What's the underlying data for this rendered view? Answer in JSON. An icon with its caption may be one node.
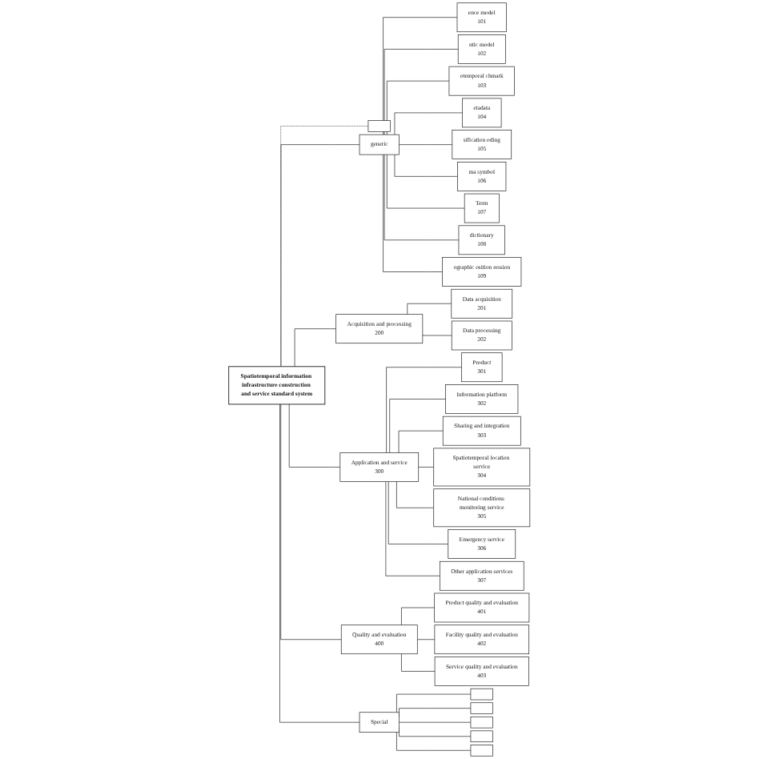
{
  "diagram": {
    "nodes": [
      {
        "text": [
          "Spatiotemporal information infrastructure construction and service standard system"
        ]
      },
      {
        "text": [],
        "shape": "box"
      },
      {
        "text": [
          "generic"
        ]
      },
      {
        "text": [
          "Acquisition and processing",
          "200"
        ]
      },
      {
        "text": [
          "Application and service",
          "300"
        ]
      },
      {
        "text": [
          "Quality and evaluation",
          "400"
        ]
      },
      {
        "text": [
          "Special"
        ]
      },
      {
        "text": [
          "ence model",
          "101"
        ]
      },
      {
        "text": [
          "ntic model",
          "102"
        ]
      },
      {
        "text": [
          "otemporal chmark",
          "103"
        ]
      },
      {
        "text": [
          "etadata",
          "104"
        ]
      },
      {
        "text": [
          "sification oding",
          "105"
        ]
      },
      {
        "text": [
          "ma symbol",
          "106"
        ]
      },
      {
        "text": [
          "Term",
          "107"
        ]
      },
      {
        "text": [
          "dictionary",
          "108"
        ]
      },
      {
        "text": [
          "ographic osition ression",
          "109"
        ]
      },
      {
        "text": [
          "Data acquisition",
          "201"
        ]
      },
      {
        "text": [
          "Data processing",
          "202"
        ]
      },
      {
        "text": [
          "Product",
          "301"
        ]
      },
      {
        "text": [
          "Information platform",
          "302"
        ]
      },
      {
        "text": [
          "Sharing and integration",
          "303"
        ]
      },
      {
        "text": [
          "Spatiotemporal location service",
          "304"
        ]
      },
      {
        "text": [
          "National conditions monitoring service",
          "305"
        ]
      },
      {
        "text": [
          "Emergency service",
          "306"
        ]
      },
      {
        "text": [
          "Other application services",
          "307"
        ]
      },
      {
        "text": [
          "Product quality and evaluation",
          "401"
        ]
      },
      {
        "text": [
          "Facility quality and evaluation",
          "402"
        ]
      },
      {
        "text": [
          "Service quality and evaluation",
          "403"
        ]
      },
      {
        "text": [],
        "shape": "box"
      },
      {
        "text": [],
        "shape": "box"
      },
      {
        "text": [],
        "shape": "box"
      },
      {
        "text": [],
        "shape": "box"
      },
      {
        "text": [],
        "shape": "box"
      }
    ],
    "edges": [
      {
        "from": 0,
        "to": 1,
        "arrow": "none",
        "style": "dashed"
      },
      {
        "from": 0,
        "to": 2,
        "arrow": "none"
      },
      {
        "from": 0,
        "to": 3,
        "arrow": "none"
      },
      {
        "from": 0,
        "to": 4,
        "arrow": "none"
      },
      {
        "from": 0,
        "to": 5,
        "arrow": "none"
      },
      {
        "from": 0,
        "to": 6,
        "arrow": "none"
      },
      {
        "from": 2,
        "to": 7,
        "arrow": "none"
      },
      {
        "from": 2,
        "to": 8,
        "arrow": "none"
      },
      {
        "from": 2,
        "to": 9,
        "arrow": "none"
      },
      {
        "from": 2,
        "to": 10,
        "arrow": "none"
      },
      {
        "from": 2,
        "to": 11,
        "arrow": "none"
      },
      {
        "from": 2,
        "to": 12,
        "arrow": "none"
      },
      {
        "from": 2,
        "to": 13,
        "arrow": "none"
      },
      {
        "from": 2,
        "to": 14,
        "arrow": "none"
      },
      {
        "from": 2,
        "to": 15,
        "arrow": "none"
      },
      {
        "from": 3,
        "to": 16,
        "arrow": "none"
      },
      {
        "from": 3,
        "to": 17,
        "arrow": "none"
      },
      {
        "from": 4,
        "to": 18,
        "arrow": "none"
      },
      {
        "from": 4,
        "to": 19,
        "arrow": "none"
      },
      {
        "from": 4,
        "to": 20,
        "arrow": "none"
      },
      {
        "from": 4,
        "to": 21,
        "arrow": "none"
      },
      {
        "from": 4,
        "to": 22,
        "arrow": "none"
      },
      {
        "from": 4,
        "to": 23,
        "arrow": "none"
      },
      {
        "from": 4,
        "to": 24,
        "arrow": "none"
      },
      {
        "from": 5,
        "to": 25,
        "arrow": "none"
      },
      {
        "from": 5,
        "to": 26,
        "arrow": "none"
      },
      {
        "from": 5,
        "to": 27,
        "arrow": "none"
      },
      {
        "from": 6,
        "to": 28,
        "arrow": "none"
      },
      {
        "from": 6,
        "to": 29,
        "arrow": "none"
      },
      {
        "from": 6,
        "to": 30,
        "arrow": "none"
      },
      {
        "from": 6,
        "to": 31,
        "arrow": "none"
      },
      {
        "from": 6,
        "to": 32,
        "arrow": "none"
      }
    ]
  }
}
